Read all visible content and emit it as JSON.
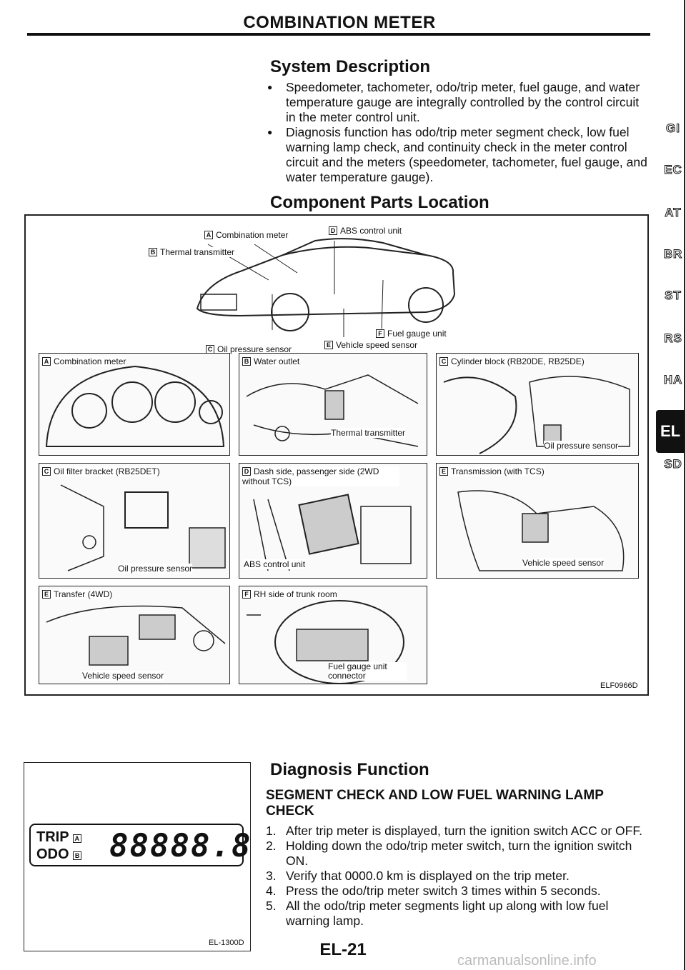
{
  "header": {
    "title": "COMBINATION METER"
  },
  "system_description": {
    "title": "System Description",
    "bullets": [
      "Speedometer, tachometer, odo/trip meter, fuel gauge, and water temperature gauge are integrally controlled by the control circuit in the meter control unit.",
      "Diagnosis function has odo/trip meter segment check, low fuel warning lamp check, and continuity check in the meter control circuit and the meters (speedometer, tachometer, fuel gauge, and water temperature gauge)."
    ]
  },
  "component_parts": {
    "title": "Component Parts Location",
    "overview_labels": {
      "a": "Combination meter",
      "d": "ABS control unit",
      "b": "Thermal transmitter",
      "c": "Oil pressure sensor",
      "e": "Vehicle speed sensor",
      "f": "Fuel gauge unit"
    },
    "panels": {
      "a_title": "Combination meter",
      "b_title": "Water outlet",
      "b_callout": "Thermal transmitter",
      "c1_title": "Cylinder block (RB20DE, RB25DE)",
      "c1_callout": "Oil pressure sensor",
      "c2_title": "Oil filter bracket (RB25DET)",
      "c2_callout": "Oil pressure sensor",
      "d_title": "Dash side, passenger side (2WD without TCS)",
      "d_callout": "ABS control unit",
      "e1_title": "Transmission (with TCS)",
      "e1_callout": "Vehicle speed sensor",
      "e2_title": "Transfer (4WD)",
      "e2_callout": "Vehicle speed sensor",
      "f_title": "RH side of trunk room",
      "f_callout": "Fuel gauge unit connector"
    },
    "letters": {
      "a": "A",
      "b": "B",
      "c": "C",
      "d": "D",
      "e": "E",
      "f": "F"
    },
    "figure_code": "ELF0966D"
  },
  "diagnosis": {
    "title": "Diagnosis Function",
    "subtitle": "SEGMENT CHECK AND LOW FUEL WARNING LAMP CHECK",
    "steps": [
      {
        "num": "1.",
        "text": "After trip meter is displayed, turn the ignition switch ACC or OFF."
      },
      {
        "num": "2.",
        "text": "Holding down the odo/trip meter switch, turn the ignition switch ON."
      },
      {
        "num": "3.",
        "text": "Verify that 0000.0 km is displayed on the trip meter."
      },
      {
        "num": "4.",
        "text": "Press the odo/trip meter switch 3 times within 5 seconds."
      },
      {
        "num": "5.",
        "text": "All the odo/trip meter segments light up along with low fuel warning lamp."
      }
    ],
    "display": {
      "trip": "TRIP",
      "odo": "ODO",
      "trip_letter": "A",
      "odo_letter": "B",
      "digits": "88888.8"
    },
    "figure_code": "EL-1300D"
  },
  "side_tabs": [
    "GI",
    "EC",
    "AT",
    "BR",
    "ST",
    "RS",
    "HA",
    "EL",
    "SD"
  ],
  "page_number": "EL-21",
  "watermark": "carmanualsonline.info"
}
